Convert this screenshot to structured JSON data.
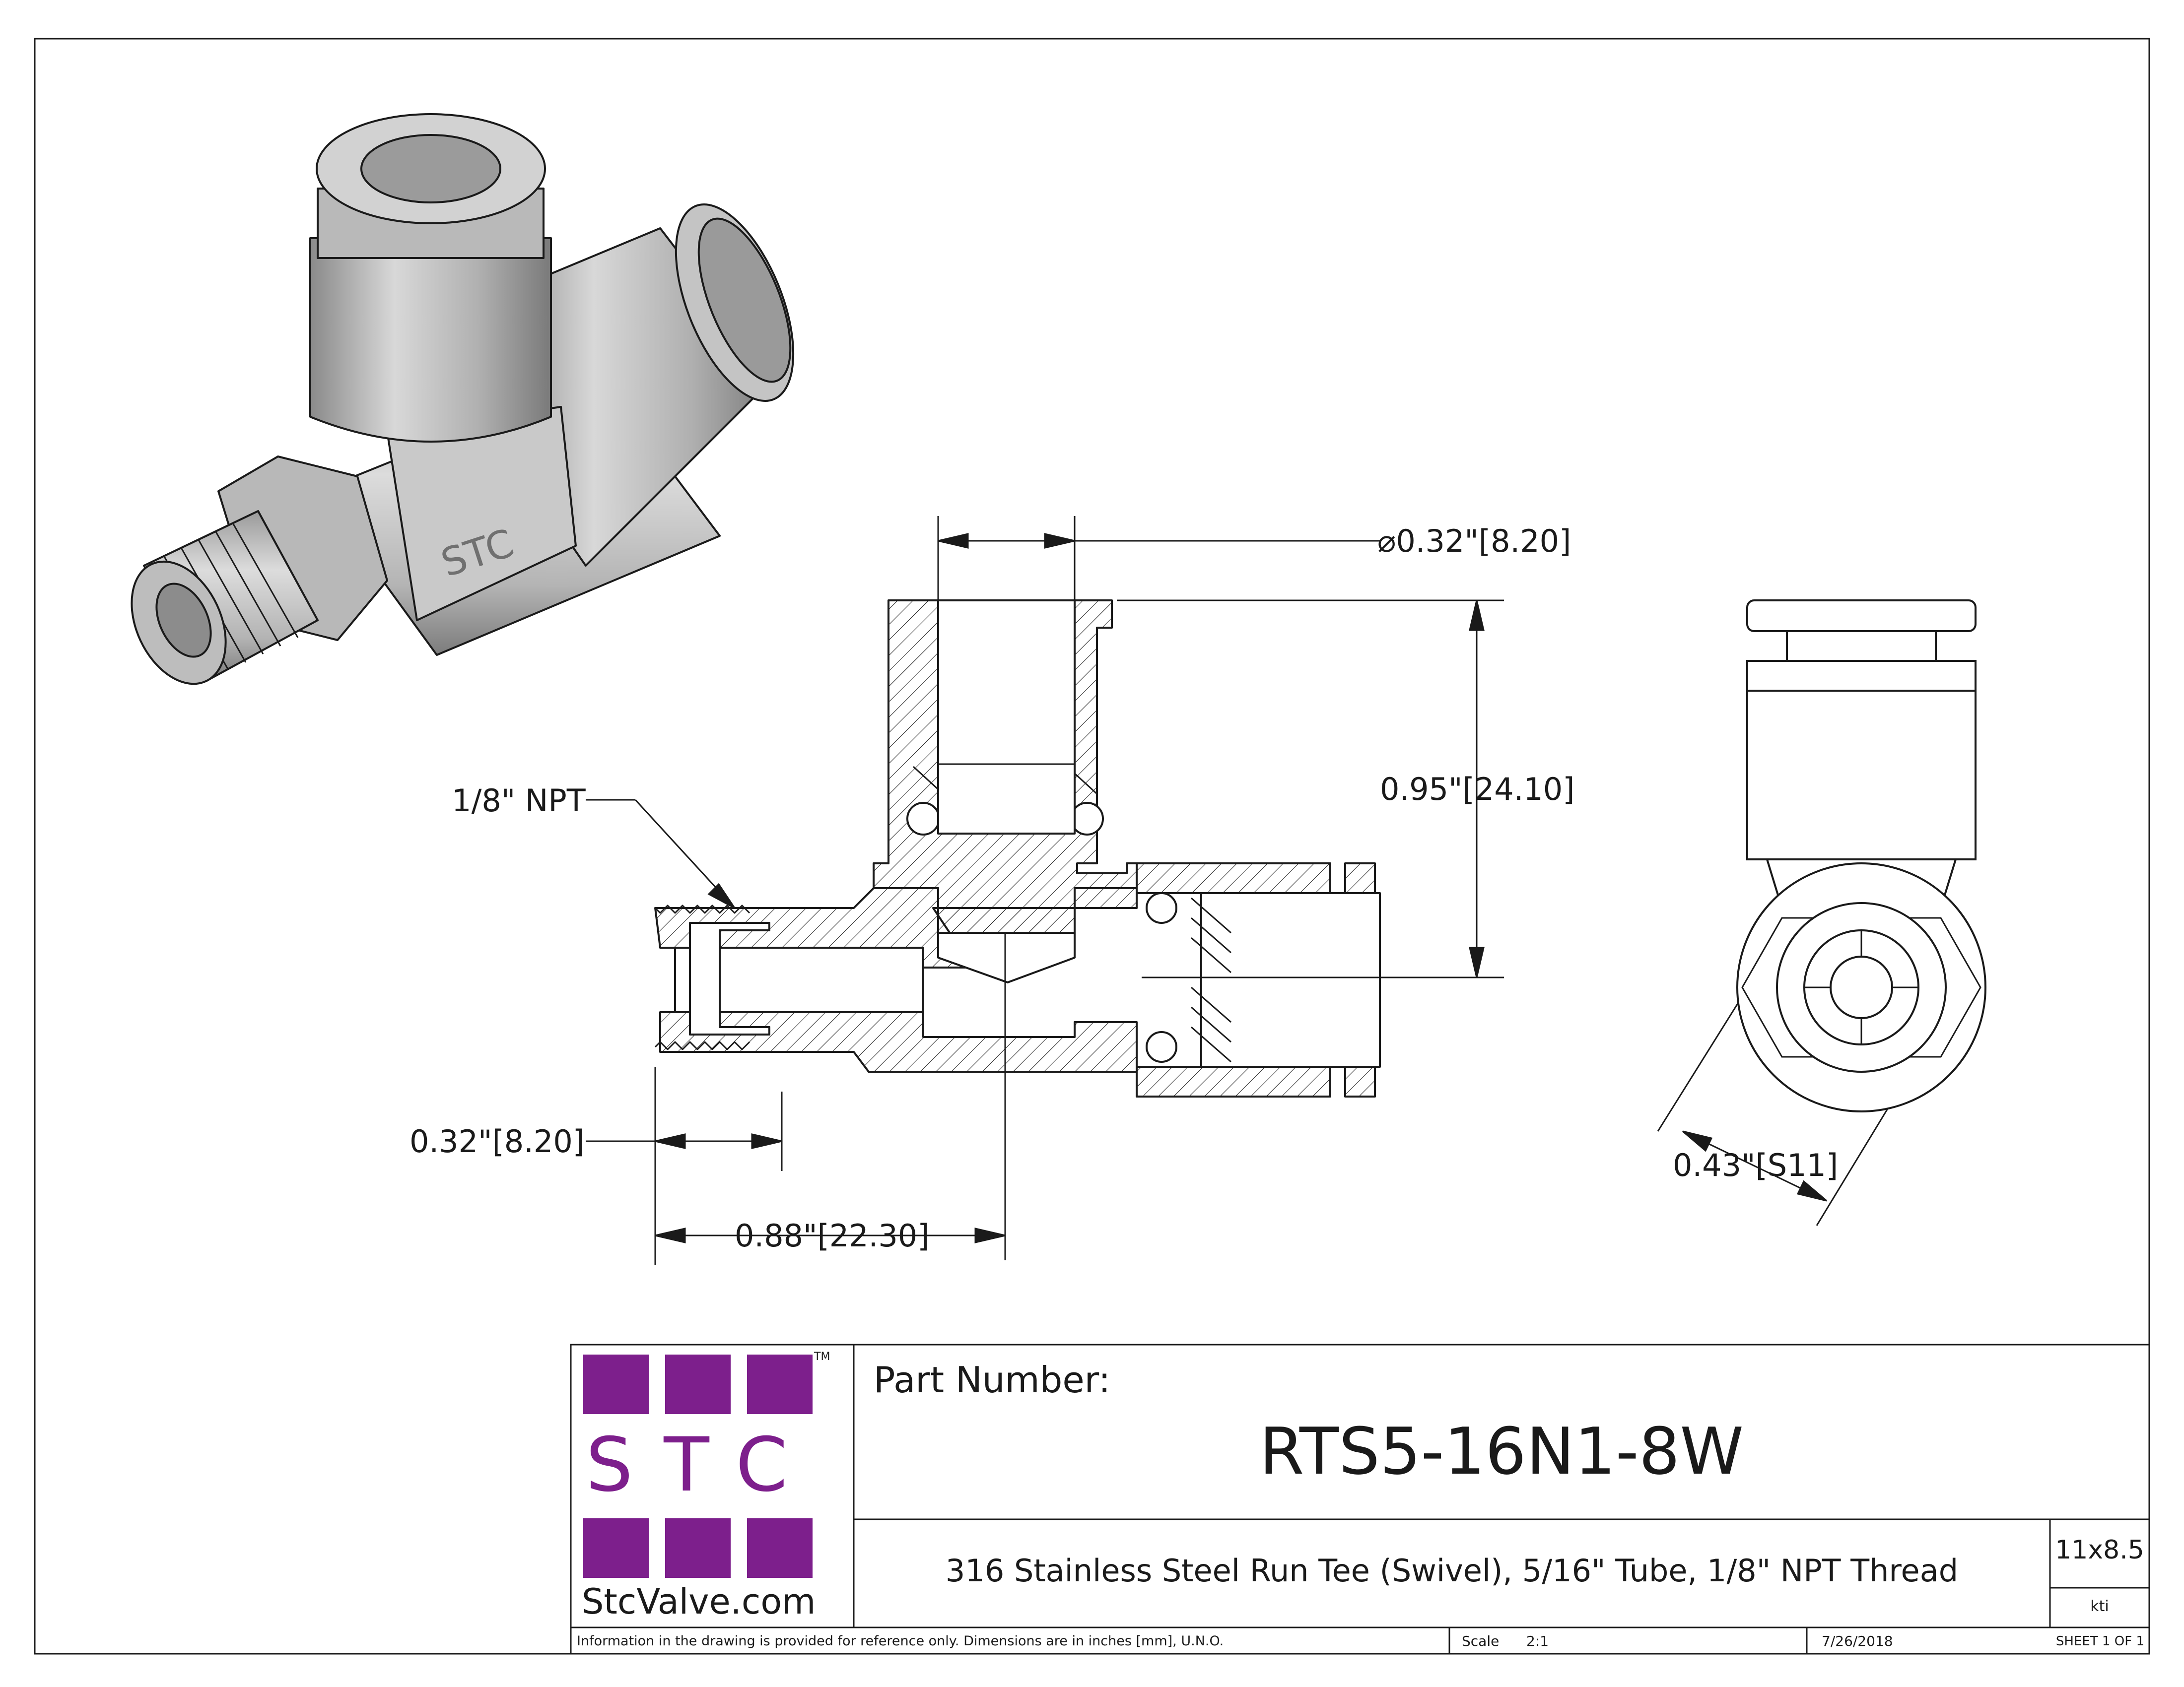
{
  "sheet": {
    "part_number_label": "Part Number:",
    "part_number": "RTS5-16N1-8W",
    "description": "316 Stainless Steel Run Tee (Swivel), 5/16\" Tube, 1/8\" NPT Thread",
    "paper_size": "11x8.5",
    "drawn_by": "kti",
    "disclaimer": "Information in the drawing is provided for reference only. Dimensions are in inches [mm], U.N.O.",
    "scale_label": "Scale",
    "scale_value": "2:1",
    "date": "7/26/2018",
    "sheet_no": "SHEET 1 OF 1"
  },
  "logo": {
    "brand_text": "STC",
    "website": "StcValve.com",
    "trademark": "TM",
    "color": "#7d1f8c"
  },
  "iso_view": {
    "body_marking": "STC"
  },
  "dimensions": {
    "tube_od": "⌀0.32\"[8.20]",
    "height": "0.95\"[24.10]",
    "thread": "1/8\" NPT",
    "thread_length": "0.32\"[8.20]",
    "run_length": "0.88\"[22.30]",
    "hex": "0.43\"[S11]"
  },
  "colors": {
    "line": "#1a1a1a",
    "metal_light": "#d4d4d4",
    "metal_mid": "#a8a8a8",
    "metal_dark": "#6e6e6e"
  }
}
